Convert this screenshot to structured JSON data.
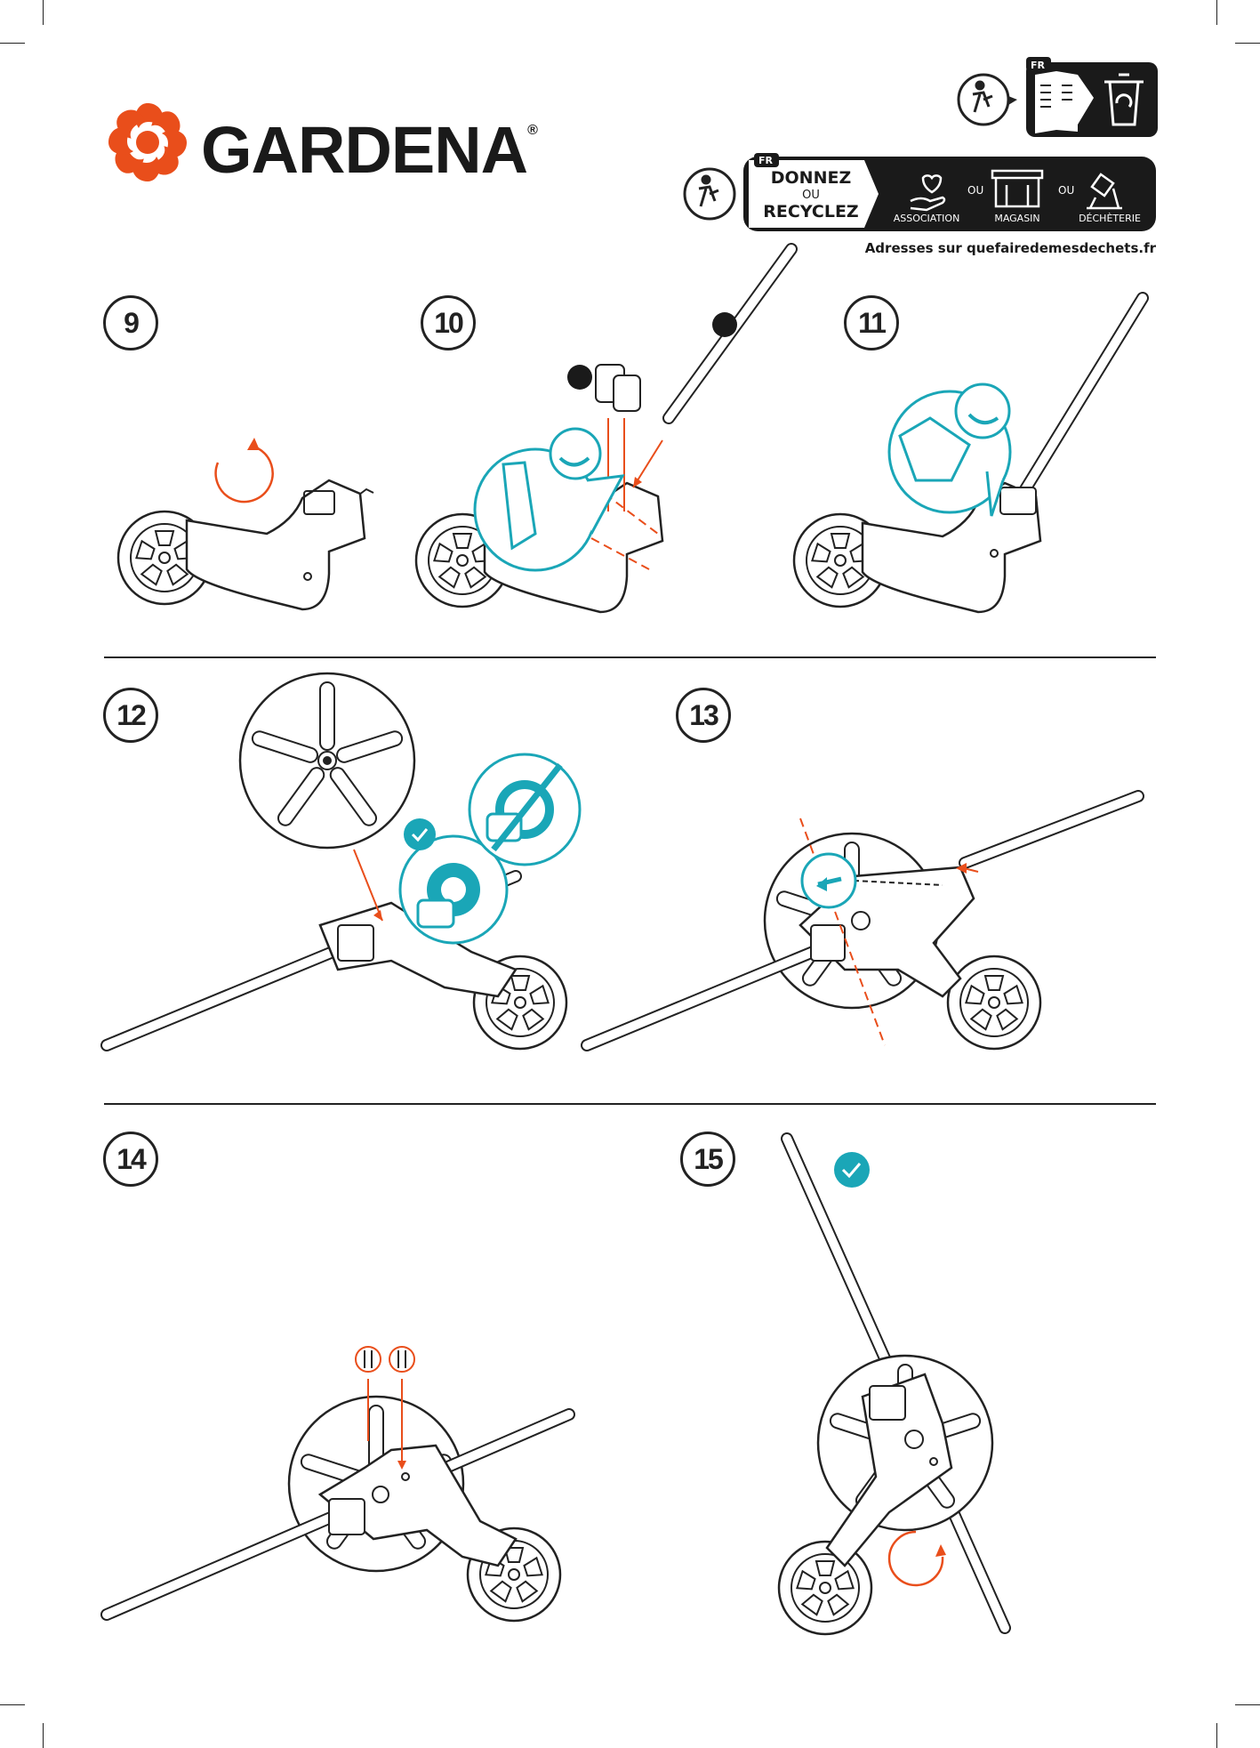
{
  "brand": {
    "name": "GARDENA",
    "registered": "®",
    "logo_color": "#e94e1b"
  },
  "recycling": {
    "country_badge": "FR",
    "headline_1": "DONNEZ",
    "headline_or": "OU",
    "headline_2": "RECYCLEZ",
    "option_1": "ASSOCIATION",
    "or_1": "OU",
    "option_2": "MAGASIN",
    "or_2": "OU",
    "option_3": "DÉCHÈTERIE",
    "address_line": "Adresses sur quefairedemesdechets.fr",
    "top_badge": "FR"
  },
  "steps": [
    {
      "number": "9"
    },
    {
      "number": "10"
    },
    {
      "number": "11"
    },
    {
      "number": "12"
    },
    {
      "number": "13"
    },
    {
      "number": "14"
    },
    {
      "number": "15"
    }
  ],
  "colors": {
    "accent_red": "#e94e1b",
    "accent_teal": "#1aa6b7",
    "line": "#222222"
  },
  "icons": [
    "triman-icon",
    "leaflet-icon",
    "bin-icon",
    "heart-hand-icon",
    "shop-icon",
    "waste-site-icon",
    "rotate-arrow-icon",
    "check-icon",
    "screw-icon"
  ]
}
